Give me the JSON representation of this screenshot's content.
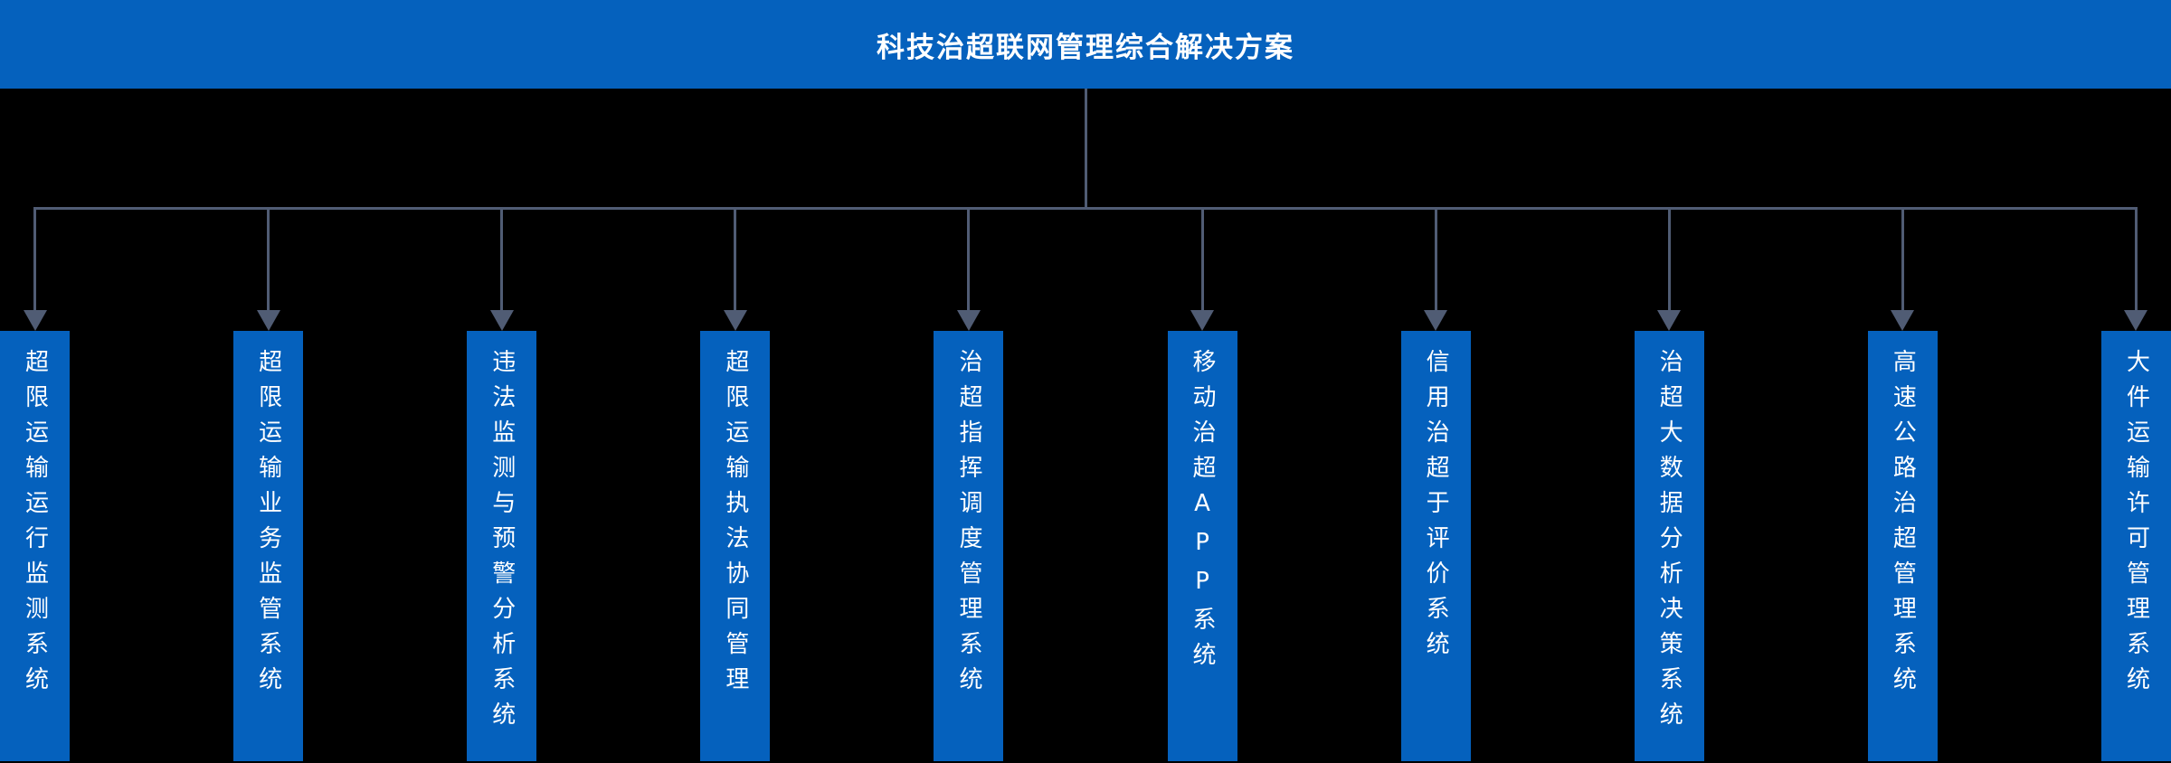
{
  "header": {
    "title": "科技治超联网管理综合解决方案"
  },
  "diagram": {
    "systems": [
      {
        "label": "超限运输运行监测系统"
      },
      {
        "label": "超限运输业务监管系统"
      },
      {
        "label": "违法监测与预警分析系统"
      },
      {
        "label": "超限运输执法协同管理"
      },
      {
        "label": "治超指挥调度管理系统"
      },
      {
        "label": "移动治超APP系统"
      },
      {
        "label": "信用治超于评价系统"
      },
      {
        "label": "治超大数据分析决策系统"
      },
      {
        "label": "高速公路治超管理系统"
      },
      {
        "label": "大件运输许可管理系统"
      }
    ]
  },
  "colors": {
    "accent_blue": "#0561BD",
    "connector_line": "#505C74",
    "background": "#000000",
    "text": "#FFFFFF"
  }
}
